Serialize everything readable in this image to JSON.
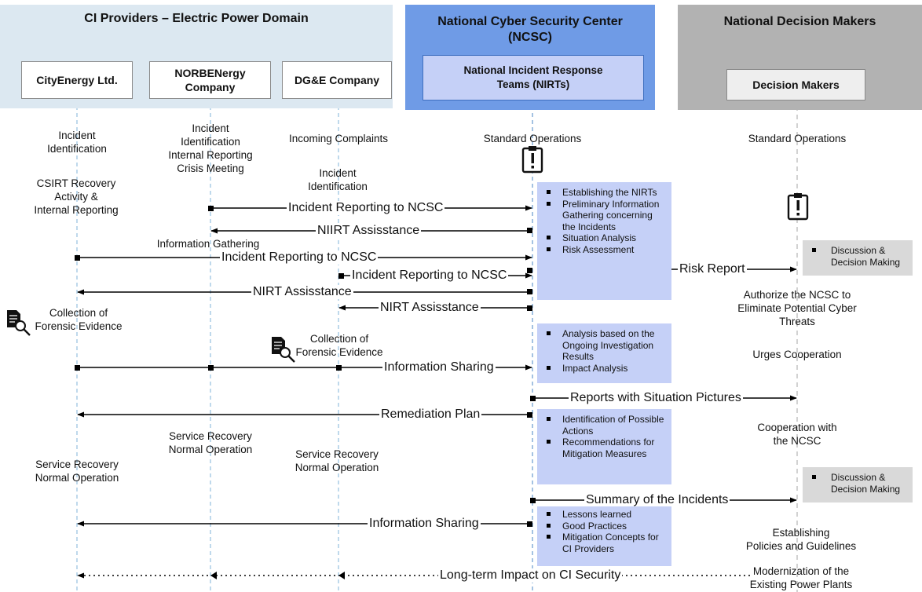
{
  "groups": {
    "ci": {
      "title": "CI Providers – Electric Power Domain"
    },
    "ncsc": {
      "title": "National Cyber Security Center (NCSC)",
      "subtitle": "National Incident Response Teams (NIRTs)"
    },
    "dm": {
      "title": "National Decision Makers",
      "subtitle": "Decision Makers"
    }
  },
  "actors": {
    "cityenergy": "CityEnergy Ltd.",
    "norbe": "NORBENergy Company",
    "dge": "DG&E Company"
  },
  "lane_labels": {
    "city_incident": "Incident\nIdentification",
    "norbe_incident": "Incident\nIdentification\nInternal Reporting\nCrisis Meeting",
    "dge_complaints": "Incoming Complaints",
    "ncsc_standard": "Standard Operations",
    "dm_standard": "Standard Operations",
    "dge_incident": "Incident\nIdentification",
    "city_csirt": "CSIRT Recovery\nActivity &\nInternal Reporting",
    "norbe_info_gathering": "Information Gathering",
    "city_forensic": "Collection of\nForensic Evidence",
    "dge_forensic": "Collection of\nForensic Evidence",
    "norbe_service": "Service Recovery\nNormal Operation",
    "dge_service": "Service Recovery\nNormal Operation",
    "city_service": "Service Recovery\nNormal Operation",
    "dm_authorize": "Authorize the NCSC to\nEliminate Potential Cyber\nThreats",
    "dm_urges": "Urges Cooperation",
    "dm_cooperation": "Cooperation with\nthe NCSC",
    "dm_policies": "Establishing\nPolicies and Guidelines",
    "dm_modernization": "Modernization of the\nExisting Power Plants"
  },
  "messages": {
    "m1": "Incident Reporting to NCSC",
    "m2": "NIIRT Assisstance",
    "m3": "Incident Reporting to NCSC",
    "m4": "Incident Reporting to NCSC",
    "m5": "Risk Report",
    "m6": "NIRT Assisstance",
    "m7": "NIRT Assisstance",
    "m8": "Information Sharing",
    "m9": "Reports with Situation Pictures",
    "m10": "Remediation Plan",
    "m11": "Summary of the Incidents",
    "m12": "Information Sharing",
    "m13": "Long-term Impact on CI Security"
  },
  "notes": {
    "n1": [
      "Establishing the NIRTs",
      "Preliminary Information Gathering concerning the Incidents",
      "Situation Analysis",
      "Risk Assessment"
    ],
    "n2": [
      "Analysis based on the Ongoing Investigation Results",
      "Impact Analysis"
    ],
    "n3": [
      "Identification of Possible Actions",
      "Recommendations for Mitigation Measures"
    ],
    "n4": [
      "Lessons learned",
      "Good Practices",
      "Mitigation Concepts for CI Providers"
    ],
    "dm1": [
      "Discussion & Decision Making"
    ],
    "dm2": [
      "Discussion & Decision Making"
    ]
  },
  "colors": {
    "ci_header": "#dce8f1",
    "ncsc_header": "#6f9be6",
    "ncsc_subbox": "#c5d0f7",
    "dm_header": "#b2b2b2",
    "note_blue": "#c5d0f7",
    "note_gray": "#d9d9d9",
    "lifeline_blue": "#7fb3d8",
    "lifeline_gray": "#a6a6a6"
  },
  "icons": [
    "power-tower-icon",
    "capitol-building-icon",
    "alert-clipboard-icon",
    "forensic-document-magnifier-icon"
  ]
}
